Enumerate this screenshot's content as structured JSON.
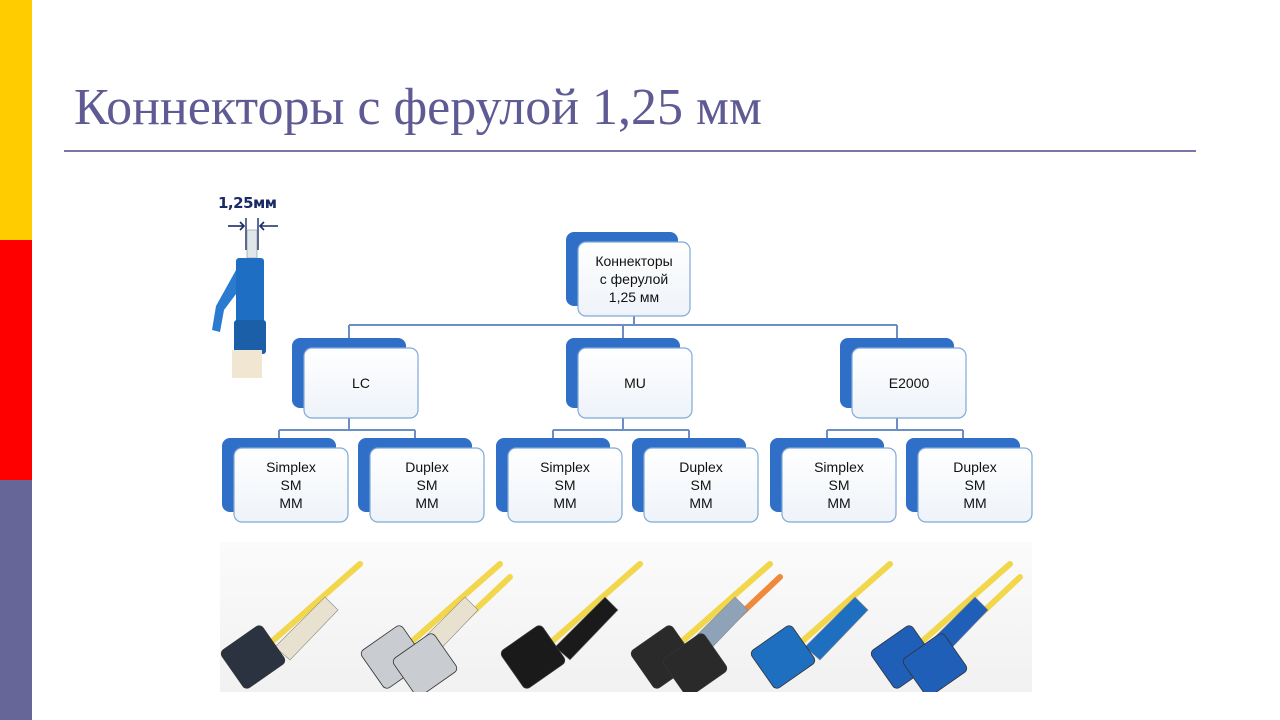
{
  "slide": {
    "title": "Коннекторы с ферулой 1,25 мм",
    "dimension_label": "1,25мм"
  },
  "diagram": {
    "root": [
      "Коннекторы",
      "с ферулой",
      "1,25 мм"
    ],
    "categories": [
      {
        "label": "LC",
        "children": [
          [
            "Simplex",
            "SM",
            "MM"
          ],
          [
            "Duplex",
            "SM",
            "MM"
          ]
        ]
      },
      {
        "label": "MU",
        "children": [
          [
            "Simplex",
            "SM",
            "MM"
          ],
          [
            "Duplex",
            "SM",
            "MM"
          ]
        ]
      },
      {
        "label": "E2000",
        "children": [
          [
            "Simplex",
            "SM",
            "MM"
          ],
          [
            "Duplex",
            "SM",
            "MM"
          ]
        ]
      }
    ]
  },
  "colors": {
    "title": "#5e5a93",
    "node_shadow": "#2f6fc7",
    "node_border": "#7fa9d8",
    "connector_line": "#6b8fc4"
  },
  "images": [
    {
      "name": "lc-simplex-connector-photo",
      "color": "#2b3340"
    },
    {
      "name": "lc-duplex-connector-photo",
      "color": "#c9ccd1"
    },
    {
      "name": "mu-simplex-connector-photo",
      "color": "#1a1a1a"
    },
    {
      "name": "mu-duplex-connector-photo",
      "color": "#2a2a2a"
    },
    {
      "name": "e2000-simplex-connector-photo",
      "color": "#1f6fc0"
    },
    {
      "name": "e2000-duplex-connector-photo",
      "color": "#1f5fb8"
    }
  ]
}
